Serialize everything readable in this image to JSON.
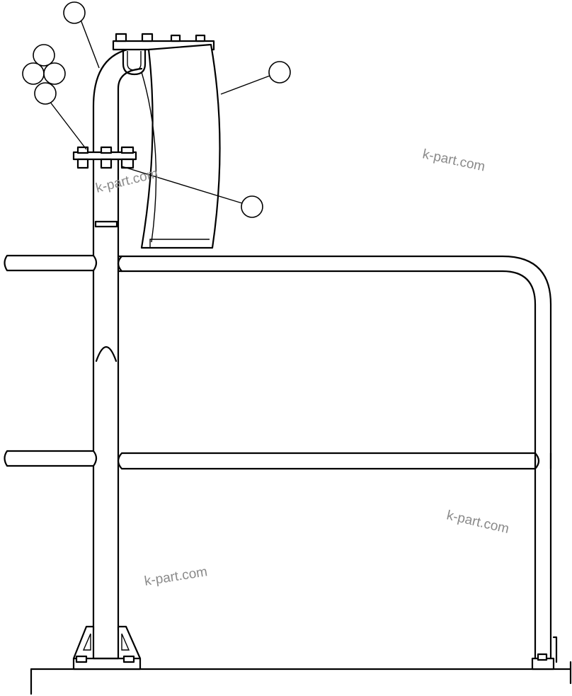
{
  "watermarks": [
    {
      "text": "k-part.com"
    },
    {
      "text": "k-part.com"
    },
    {
      "text": "k-part.com"
    },
    {
      "text": "k-part.com"
    }
  ],
  "callouts": [
    {
      "label": ""
    },
    {
      "label": ""
    },
    {
      "label": ""
    },
    {
      "label": ""
    },
    {
      "label": ""
    },
    {
      "label": ""
    },
    {
      "label": ""
    }
  ]
}
